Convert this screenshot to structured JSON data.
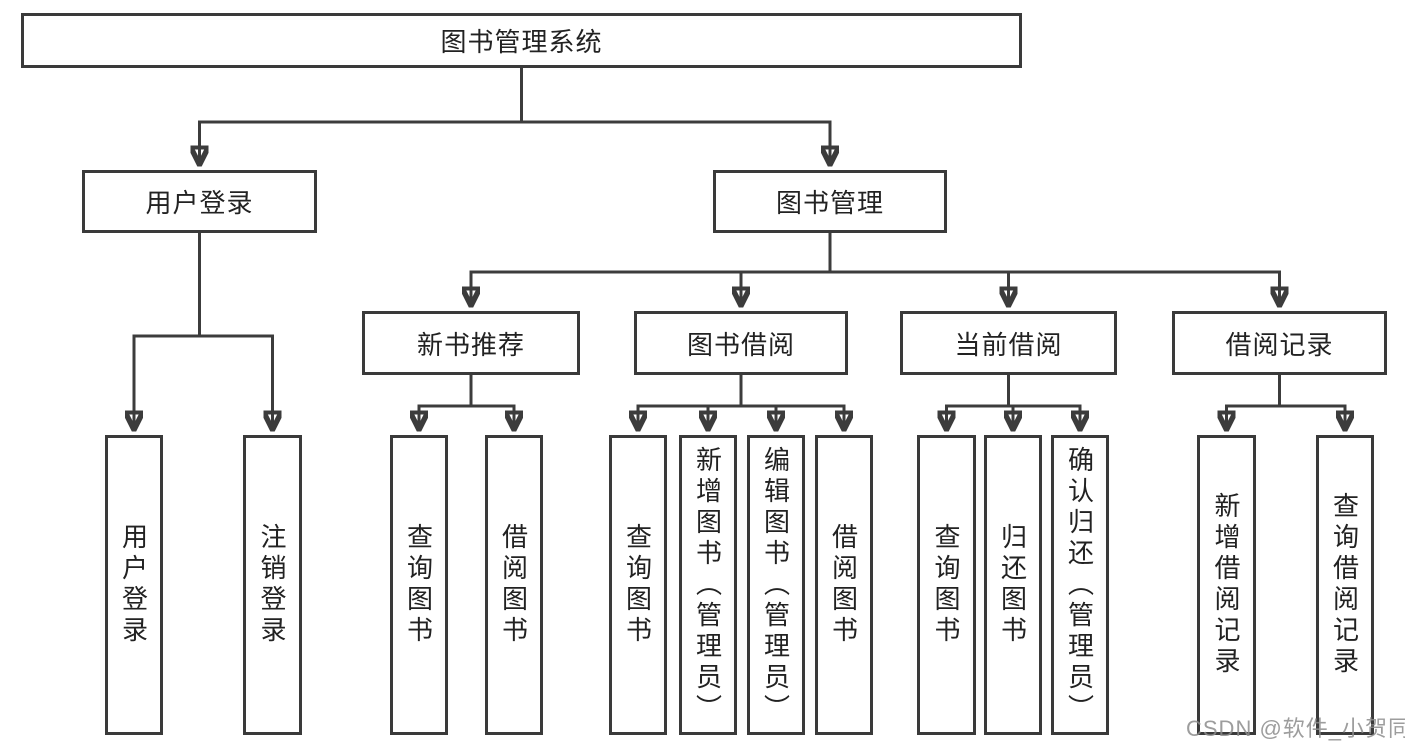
{
  "diagram_title": "图书管理系统",
  "colors": {
    "line": "#3c3c3c",
    "box_border": "#3a3a3a",
    "text": "#222222",
    "background": "#ffffff",
    "watermark": "#8c8c8c"
  },
  "watermark": "CSDN @软件_小贺同学",
  "nodes": {
    "root": {
      "label": "图书管理系统",
      "children_nodes": [
        "user_login",
        "book_mgmt"
      ]
    },
    "user_login": {
      "label": "用户登录",
      "children": [
        "用户登录",
        "注销登录"
      ]
    },
    "book_mgmt": {
      "label": "图书管理",
      "children_nodes": [
        "new_books",
        "book_borrow",
        "current_borrow",
        "borrow_records"
      ]
    },
    "new_books": {
      "label": "新书推荐",
      "children": [
        "查询图书",
        "借阅图书"
      ]
    },
    "book_borrow": {
      "label": "图书借阅",
      "children": [
        "查询图书",
        "新增图书（管理员）",
        "编辑图书（管理员）",
        "借阅图书"
      ]
    },
    "current_borrow": {
      "label": "当前借阅",
      "children": [
        "查询图书",
        "归还图书",
        "确认归还（管理员）"
      ]
    },
    "borrow_records": {
      "label": "借阅记录",
      "children": [
        "新增借阅记录",
        "查询借阅记录"
      ]
    }
  }
}
